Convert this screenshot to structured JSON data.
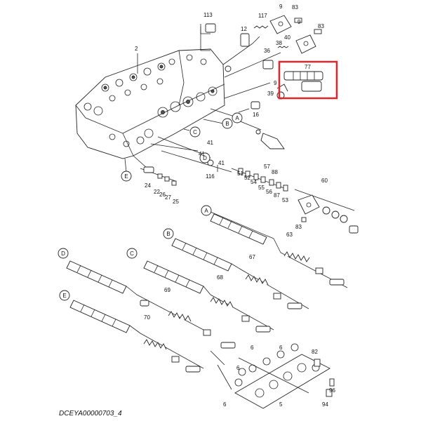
{
  "caption": "DCEYA00000703_4",
  "highlight": {
    "label": "77",
    "color": "#e0262b"
  },
  "callouts": [
    "A",
    "B",
    "C",
    "D",
    "E"
  ],
  "labels": {
    "p113": "113",
    "p117": "117",
    "p12": "12",
    "p9a": "9",
    "p83a": "83",
    "p40": "40",
    "p9b": "9",
    "p83b": "83",
    "p2": "2",
    "p38": "38",
    "p36": "36",
    "p77": "77",
    "p9c": "9",
    "p39": "39",
    "p16": "16",
    "p41a": "41",
    "p41b": "41",
    "p41c": "41",
    "p116": "116",
    "p24": "24",
    "p22": "22",
    "p26": "26",
    "p27": "27",
    "p25": "25",
    "p51": "51",
    "p52": "52",
    "p57": "57",
    "p88": "88",
    "p54": "54",
    "p55": "55",
    "p56": "56",
    "p87": "87",
    "p53": "53",
    "p60": "60",
    "p83c": "83",
    "p63": "63",
    "p67": "67",
    "p68": "68",
    "p69": "69",
    "p70": "70",
    "p6a": "6",
    "p6b": "6",
    "p6c": "6",
    "p6d": "6",
    "p82": "82",
    "p96": "96",
    "p94": "94",
    "p5": "5"
  }
}
